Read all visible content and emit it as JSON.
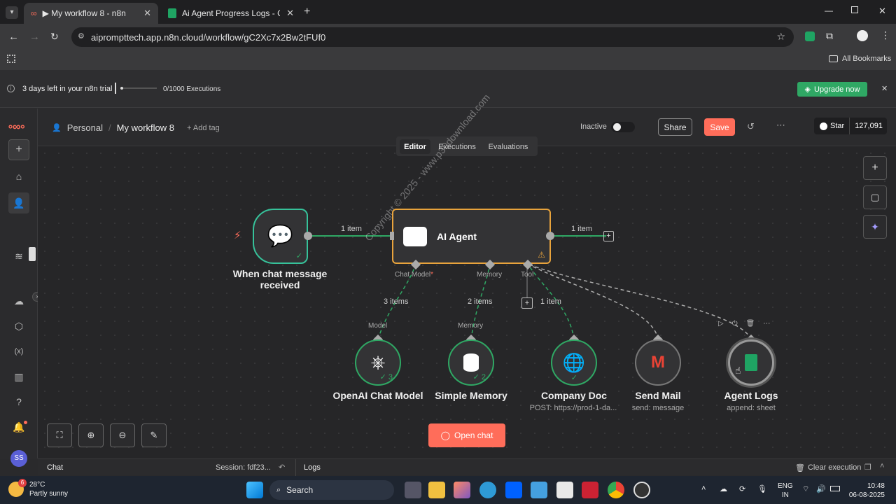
{
  "browser": {
    "tabs": [
      {
        "title": "▶ My workflow 8 - n8n"
      },
      {
        "title": "Ai Agent Progress Logs - Goog"
      }
    ],
    "url": "aiprompttech.app.n8n.cloud/workflow/gC2Xc7x2Bw2tFUf0",
    "bookmarks_label": "All Bookmarks"
  },
  "trial": {
    "days_left": "3 days left in your n8n trial",
    "executions": "0/1000 Executions",
    "upgrade_label": "Upgrade now"
  },
  "header": {
    "project": "Personal",
    "workflow_name": "My workflow 8",
    "add_tag": "+ Add tag",
    "status": "Inactive",
    "share": "Share",
    "save": "Save",
    "star": "Star",
    "star_count": "127,091"
  },
  "view_tabs": [
    "Editor",
    "Executions",
    "Evaluations"
  ],
  "nodes": {
    "trigger": {
      "label": "When chat message received"
    },
    "agent": {
      "label": "AI Agent",
      "ports": [
        "Chat Model",
        "Memory",
        "Tool"
      ],
      "chat_model_required": "*"
    },
    "openai": {
      "label": "OpenAI Chat Model",
      "badge": "3",
      "port": "Model"
    },
    "memory": {
      "label": "Simple Memory",
      "badge": "2",
      "port": "Memory"
    },
    "company_doc": {
      "label": "Company Doc",
      "sub": "POST: https://prod-1-da..."
    },
    "send_mail": {
      "label": "Send Mail",
      "sub": "send: message"
    },
    "agent_logs": {
      "label": "Agent Logs",
      "sub": "append: sheet"
    }
  },
  "connections": {
    "trigger_agent": "1 item",
    "agent_out": "1 item",
    "model": "3 items",
    "memory": "2 items",
    "tool": "1 item"
  },
  "watermark": "Copyright © 2025 - www.p30download.com",
  "open_chat": "Open chat",
  "bottom": {
    "chat": "Chat",
    "session": "Session: fdf23...",
    "logs": "Logs",
    "clear": "Clear execution"
  },
  "user_initials": "SS",
  "taskbar": {
    "weather_temp": "28°C",
    "weather_desc": "Partly sunny",
    "weather_badge": "6",
    "search": "Search",
    "lang_top": "ENG",
    "lang_bottom": "IN",
    "time": "10:48",
    "date": "06-08-2025"
  },
  "colors": {
    "accent": "#ff6d5a",
    "green": "#2fa864",
    "node_border_agent": "#e8a33c",
    "trigger_border": "#36c29a"
  }
}
